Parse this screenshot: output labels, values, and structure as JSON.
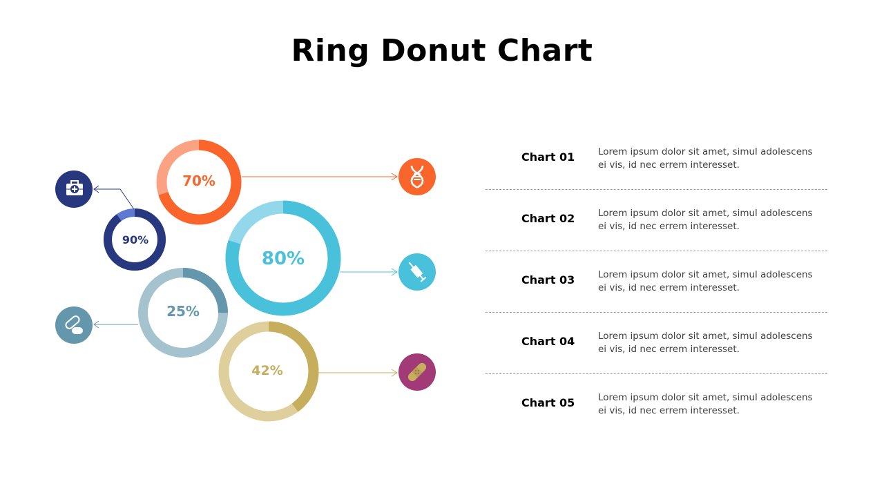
{
  "title": "Ring Donut Chart",
  "chart_data": {
    "type": "pie",
    "subtype": "ring-donut",
    "title": "Ring Donut Chart",
    "series": [
      {
        "name": "Chart 01",
        "value": 70,
        "label": "70%",
        "color": "#F9652B",
        "track_color": "#FBA283",
        "icon": "dna-icon",
        "icon_bg": "#F9652B"
      },
      {
        "name": "Chart 02",
        "value": 90,
        "label": "90%",
        "color": "#27387E",
        "track_color": "#5F78D2",
        "icon": "first-aid-kit-icon",
        "icon_bg": "#27387E"
      },
      {
        "name": "Chart 03",
        "value": 80,
        "label": "80%",
        "color": "#4AC1DB",
        "track_color": "#93D8EA",
        "icon": "syringe-icon",
        "icon_bg": "#4AC1DB"
      },
      {
        "name": "Chart 04",
        "value": 25,
        "label": "25%",
        "color": "#6497AC",
        "track_color": "#A4C3CE",
        "icon": "pills-icon",
        "icon_bg": "#6497AC"
      },
      {
        "name": "Chart 05",
        "value": 42,
        "label": "42%",
        "color": "#C6AE5C",
        "track_color": "#DFCF9C",
        "icon": "bandage-icon",
        "icon_bg": "#A23A78"
      }
    ],
    "legend_position": "right"
  },
  "legend": [
    {
      "name": "Chart 01",
      "desc": "Lorem  ipsum dolor  sit amet,  simul adolescens ei vis, id nec errem  interesset."
    },
    {
      "name": "Chart 02",
      "desc": "Lorem  ipsum dolor  sit amet,  simul adolescens ei vis, id nec errem  interesset."
    },
    {
      "name": "Chart 03",
      "desc": "Lorem  ipsum dolor  sit amet,  simul adolescens ei vis, id nec errem  interesset."
    },
    {
      "name": "Chart 04",
      "desc": "Lorem  ipsum dolor  sit amet,  simul adolescens ei vis, id nec errem  interesset."
    },
    {
      "name": "Chart 05",
      "desc": "Lorem  ipsum dolor  sit amet,  simul adolescens ei vis, id nec errem  interesset."
    }
  ]
}
